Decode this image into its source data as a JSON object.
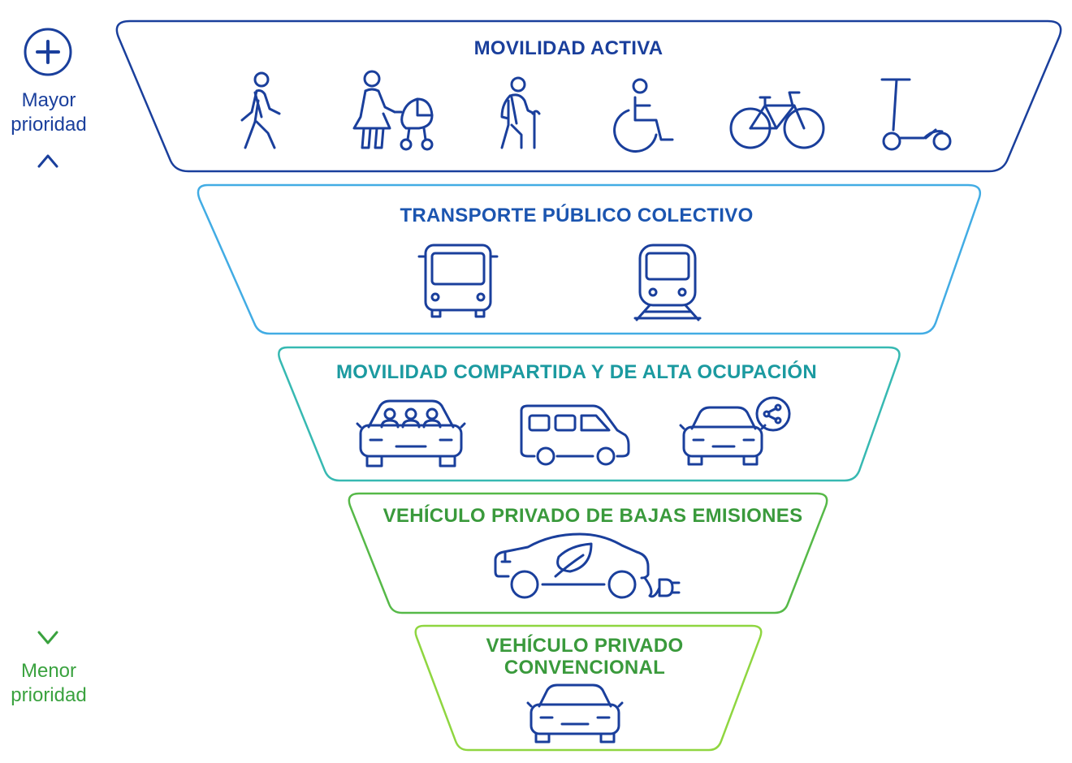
{
  "priority_axis": {
    "top_label_line1": "Mayor",
    "top_label_line2": "prioridad",
    "bottom_label_line1": "Menor",
    "bottom_label_line2": "prioridad",
    "top_color": "#1a3f9c",
    "bottom_color": "#3aa23f",
    "plus_icon": "plus-circle-icon"
  },
  "tiers": [
    {
      "title": "MOVILIDAD ACTIVA",
      "color": "#1a3f9c",
      "icons": [
        "pedestrian-icon",
        "stroller-icon",
        "elderly-person-icon",
        "wheelchair-icon",
        "bicycle-icon",
        "scooter-icon"
      ]
    },
    {
      "title": "TRANSPORTE PÚBLICO COLECTIVO",
      "color": "#1b55b0",
      "border_color": "#42ace4",
      "icons": [
        "bus-icon",
        "train-icon"
      ]
    },
    {
      "title": "MOVILIDAD COMPARTIDA Y DE ALTA OCUPACIÓN",
      "color": "#1b9aa0",
      "border_color": "#37b9b2",
      "icons_color": "#1a3f9c",
      "icons": [
        "carpool-icon",
        "van-icon",
        "shared-car-icon"
      ]
    },
    {
      "title": "VEHÍCULO PRIVADO DE BAJAS EMISIONES",
      "color": "#3a9a3c",
      "border_color": "#56b948",
      "icons_color": "#1a3f9c",
      "icons": [
        "electric-car-icon"
      ]
    },
    {
      "title_line1": "VEHÍCULO PRIVADO",
      "title_line2": "CONVENCIONAL",
      "color": "#3a9a3c",
      "border_color": "#8fd640",
      "icons_color": "#1a3f9c",
      "icons": [
        "car-icon"
      ]
    }
  ]
}
